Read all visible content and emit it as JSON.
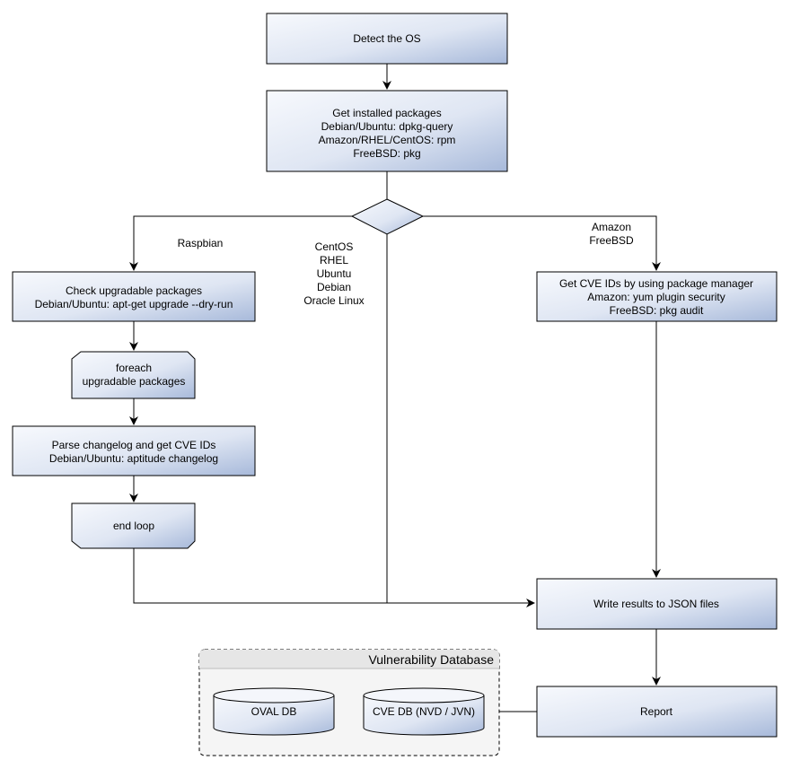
{
  "nodes": {
    "detect_os": {
      "lines": [
        "Detect the OS"
      ]
    },
    "get_packages": {
      "lines": [
        "Get installed packages",
        "Debian/Ubuntu: dpkg-query",
        "Amazon/RHEL/CentOS: rpm",
        "FreeBSD: pkg"
      ]
    },
    "check_upgradable": {
      "lines": [
        "Check upgradable packages",
        "Debian/Ubuntu: apt-get upgrade --dry-run"
      ]
    },
    "foreach": {
      "lines": [
        "foreach",
        "upgradable  packages"
      ]
    },
    "parse_changelog": {
      "lines": [
        "Parse changelog and get  CVE IDs",
        "Debian/Ubuntu: aptitude changelog"
      ]
    },
    "end_loop": {
      "lines": [
        "end loop"
      ]
    },
    "get_cve_pm": {
      "lines": [
        "Get CVE IDs by using package manager",
        "Amazon: yum plugin security",
        "FreeBSD: pkg audit"
      ]
    },
    "write_results": {
      "lines": [
        "Write results to JSON files"
      ]
    },
    "report": {
      "lines": [
        "Report"
      ]
    },
    "oval_db": {
      "lines": [
        "OVAL DB"
      ]
    },
    "cve_db": {
      "lines": [
        "CVE DB (NVD / JVN)"
      ]
    }
  },
  "branch_labels": {
    "left": [
      "Raspbian"
    ],
    "middle": [
      "CentOS",
      "RHEL",
      "Ubuntu",
      "Debian",
      "Oracle Linux"
    ],
    "right": [
      "Amazon",
      "FreeBSD"
    ]
  },
  "group": {
    "title": "Vulnerability Database"
  },
  "colors": {
    "box_fill_light": "#f5f7fc",
    "box_fill_dark": "#aebedd",
    "stroke": "#000000",
    "group_fill": "#f5f5f5",
    "group_header": "#e6e6e6"
  }
}
